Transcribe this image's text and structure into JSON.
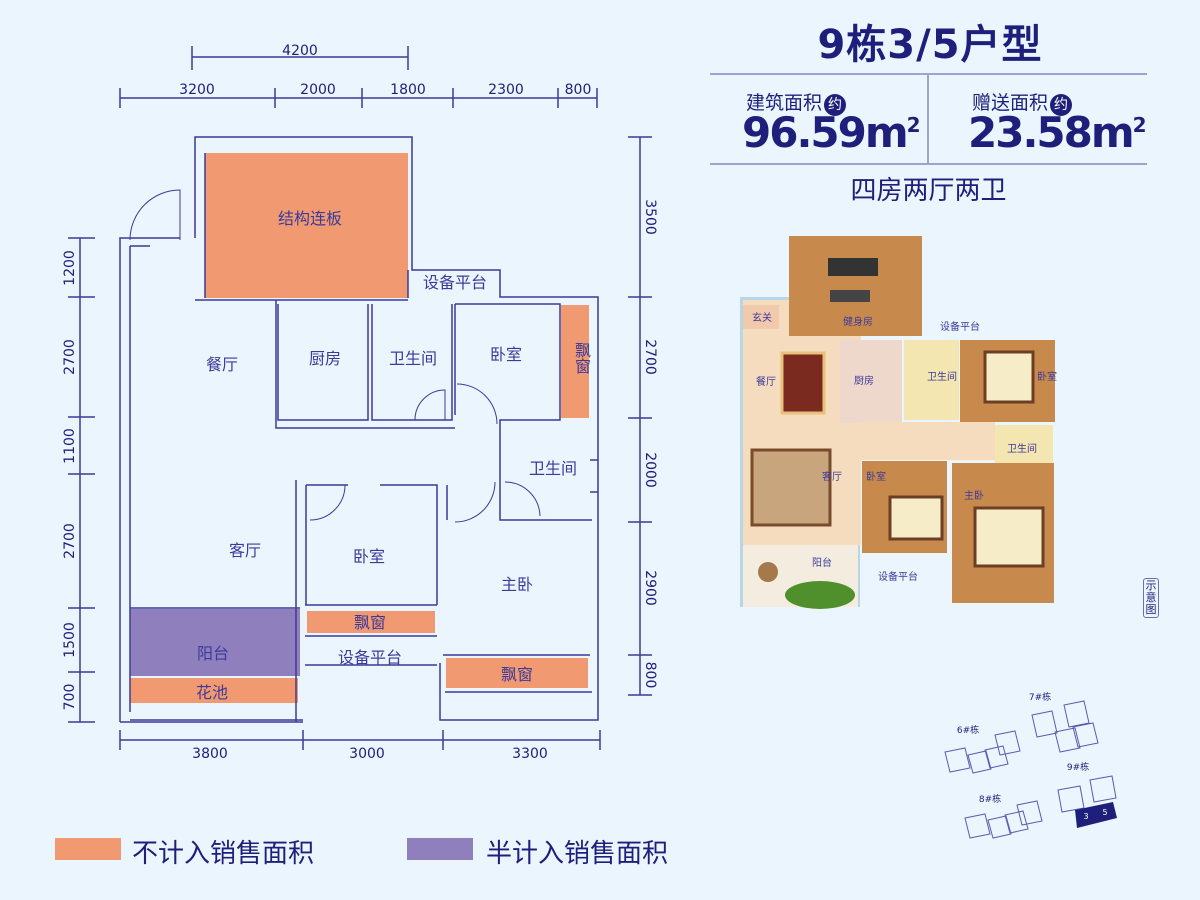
{
  "header": {
    "title": "9栋3/5户型",
    "building_area_label": "建筑面积",
    "building_area_value": "96.59m",
    "gift_area_label": "赠送面积",
    "gift_area_value": "23.58m",
    "approx_badge": "约",
    "unit_exp": "2",
    "layout_summary": "四房两厅两卫"
  },
  "floorplan": {
    "dims_top_overall": "4200",
    "dims_top": [
      "3200",
      "2000",
      "1800",
      "2300",
      "800"
    ],
    "dims_left": [
      "1200",
      "2700",
      "1100",
      "2700",
      "1500",
      "700"
    ],
    "dims_right": [
      "3500",
      "2700",
      "2000",
      "2900",
      "800"
    ],
    "dims_bottom": [
      "3800",
      "3000",
      "3300"
    ],
    "rooms": {
      "structural_slab": "结构连板",
      "equipment_platform_top": "设备平台",
      "dining": "餐厅",
      "kitchen": "厨房",
      "bathroom1": "卫生间",
      "bedroom1": "卧室",
      "bay_window1": "飘窗",
      "bathroom2": "卫生间",
      "living": "客厅",
      "bedroom2": "卧室",
      "bay_window2": "飘窗",
      "equipment_platform_bottom": "设备平台",
      "master_bedroom": "主卧",
      "bay_window3": "飘窗",
      "balcony": "阳台",
      "planter": "花池"
    }
  },
  "rendering": {
    "entrance": "玄关",
    "gym": "健身房",
    "equipment_platform_top": "设备平台",
    "dining": "餐厅",
    "kitchen": "厨房",
    "bathroom1": "卫生间",
    "bedroom1": "卧室",
    "bathroom2": "卫生间",
    "living": "客厅",
    "bedroom2": "卧室",
    "master_bedroom": "主卧",
    "balcony": "阳台",
    "equipment_platform_bottom": "设备平台",
    "schematic_label": "示意图"
  },
  "site_map": {
    "buildings": [
      "6#栋",
      "7#栋",
      "8#栋",
      "9#栋"
    ],
    "units": [
      "3",
      "5"
    ]
  },
  "legend": [
    {
      "label": "不计入销售面积",
      "color": "#f19a72"
    },
    {
      "label": "半计入销售面积",
      "color": "#8f80bd"
    }
  ],
  "colors": {
    "line": "#3d3a9a",
    "orange": "#f19a72",
    "purple": "#8f80bd",
    "title": "#1e1f7a",
    "background": "#eaf5fd"
  }
}
